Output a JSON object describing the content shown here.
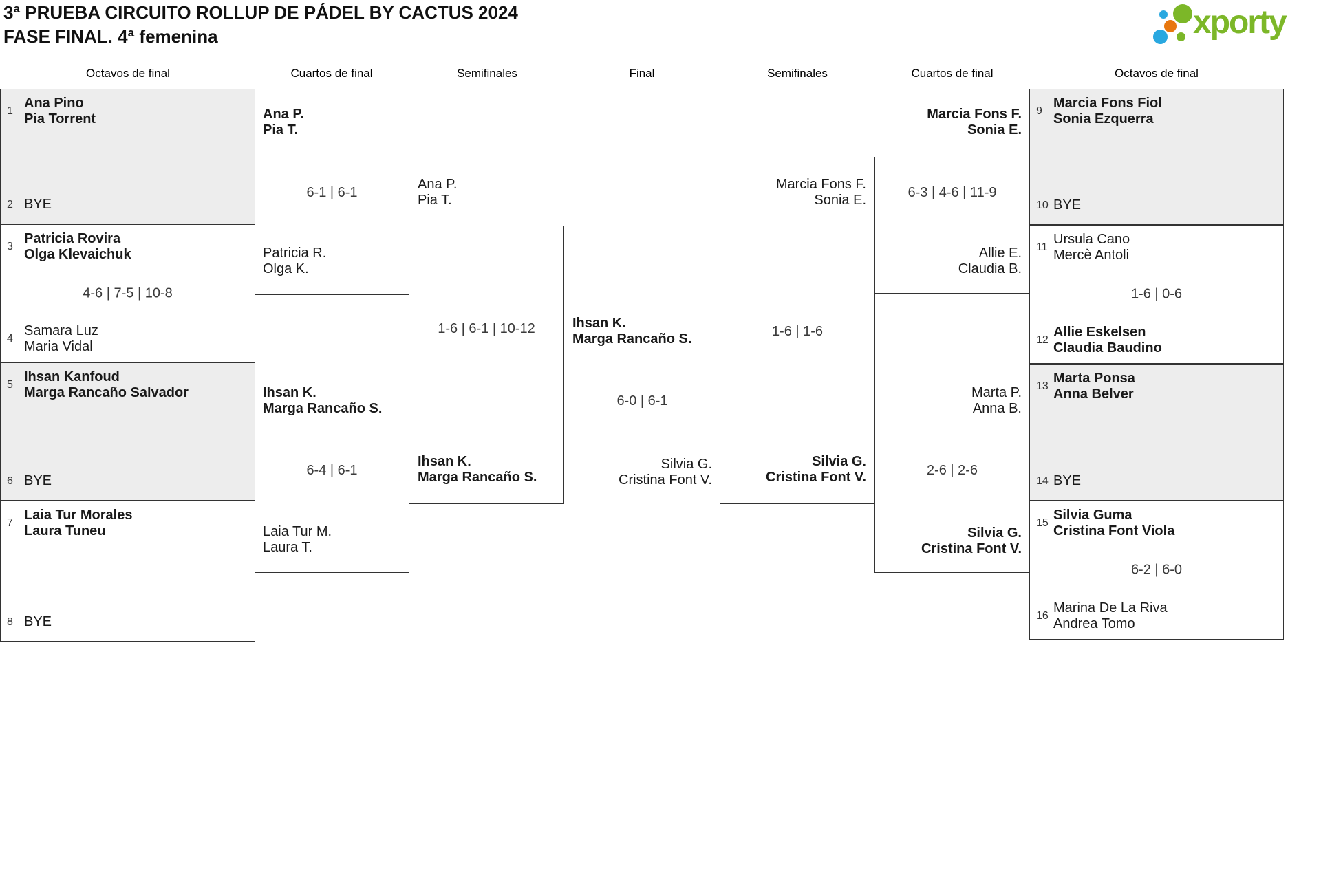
{
  "title": "3ª PRUEBA CIRCUITO ROLLUP DE PÁDEL BY CACTUS 2024",
  "subtitle": "FASE FINAL. 4ª femenina",
  "logo": {
    "text": "xporty"
  },
  "colors": {
    "logo_green": "#7cb728",
    "logo_blue": "#29a8e0",
    "logo_orange": "#e8770e",
    "box_shaded": "#ededed",
    "border": "#333333"
  },
  "columns": [
    "Octavos de final",
    "Cuartos de final",
    "Semifinales",
    "Final",
    "Semifinales",
    "Cuartos de final",
    "Octavos de final"
  ],
  "octavos_left": [
    {
      "seed_top": "1",
      "top_a": "Ana Pino",
      "top_b": "Pia Torrent",
      "score": "",
      "seed_bottom": "2",
      "bottom_a": "BYE",
      "bottom_b": ""
    },
    {
      "seed_top": "3",
      "top_a": "Patricia Rovira",
      "top_b": "Olga Klevaichuk",
      "score": "4-6 | 7-5 | 10-8",
      "seed_bottom": "4",
      "bottom_a": "Samara Luz",
      "bottom_b": "Maria Vidal"
    },
    {
      "seed_top": "5",
      "top_a": "Ihsan Kanfoud",
      "top_b": "Marga Rancaño Salvador",
      "score": "",
      "seed_bottom": "6",
      "bottom_a": "BYE",
      "bottom_b": ""
    },
    {
      "seed_top": "7",
      "top_a": "Laia Tur Morales",
      "top_b": "Laura Tuneu",
      "score": "",
      "seed_bottom": "8",
      "bottom_a": "BYE",
      "bottom_b": ""
    }
  ],
  "octavos_right": [
    {
      "seed_top": "9",
      "top_a": "Marcia Fons Fiol",
      "top_b": "Sonia Ezquerra",
      "score": "",
      "seed_bottom": "10",
      "bottom_a": "BYE",
      "bottom_b": ""
    },
    {
      "seed_top": "11",
      "top_a": "Ursula Cano",
      "top_b": "Mercè Antoli",
      "score": "1-6 | 0-6",
      "seed_bottom": "12",
      "bottom_a": "Allie Eskelsen",
      "bottom_b": "Claudia Baudino"
    },
    {
      "seed_top": "13",
      "top_a": "Marta Ponsa",
      "top_b": "Anna Belver",
      "score": "",
      "seed_bottom": "14",
      "bottom_a": "BYE",
      "bottom_b": ""
    },
    {
      "seed_top": "15",
      "top_a": "Silvia Guma",
      "top_b": "Cristina Font Viola",
      "score": "6-2 | 6-0",
      "seed_bottom": "16",
      "bottom_a": "Marina De La Riva",
      "bottom_b": "Andrea Tomo"
    }
  ],
  "rounds": {
    "qf_left_top": {
      "entrant_a": "Ana P.",
      "entrant_b": "Pia T.",
      "score": "6-1 | 6-1",
      "opponent_a": "Patricia R.",
      "opponent_b": "Olga K."
    },
    "qf_left_bottom": {
      "entrant_a": "Ihsan K.",
      "entrant_b": "Marga Rancaño S.",
      "score": "6-4 | 6-1",
      "opponent_a": "Laia Tur M.",
      "opponent_b": "Laura T."
    },
    "sf_left": {
      "entrant_a": "Ana P.",
      "entrant_b": "Pia T.",
      "score": "1-6 | 6-1 | 10-12",
      "winner_a": "Ihsan K.",
      "winner_b": "Marga Rancaño S."
    },
    "final": {
      "left_a": "Ihsan K.",
      "left_b": "Marga Rancaño S.",
      "score": "6-0 | 6-1",
      "right_a": "Silvia G.",
      "right_b": "Cristina Font V."
    },
    "sf_right": {
      "entrant_a": "Marcia Fons F.",
      "entrant_b": "Sonia E.",
      "score": "1-6 | 1-6",
      "winner_a": "Silvia G.",
      "winner_b": "Cristina Font V."
    },
    "qf_right_top": {
      "entrant_a": "Marcia Fons F.",
      "entrant_b": "Sonia E.",
      "score": "6-3 | 4-6 | 11-9",
      "opponent_a": "Allie E.",
      "opponent_b": "Claudia B."
    },
    "qf_right_bottom": {
      "entrant_a": "Marta P.",
      "entrant_b": "Anna B.",
      "score": "2-6 | 2-6",
      "winner_a": "Silvia G.",
      "winner_b": "Cristina Font V."
    }
  }
}
